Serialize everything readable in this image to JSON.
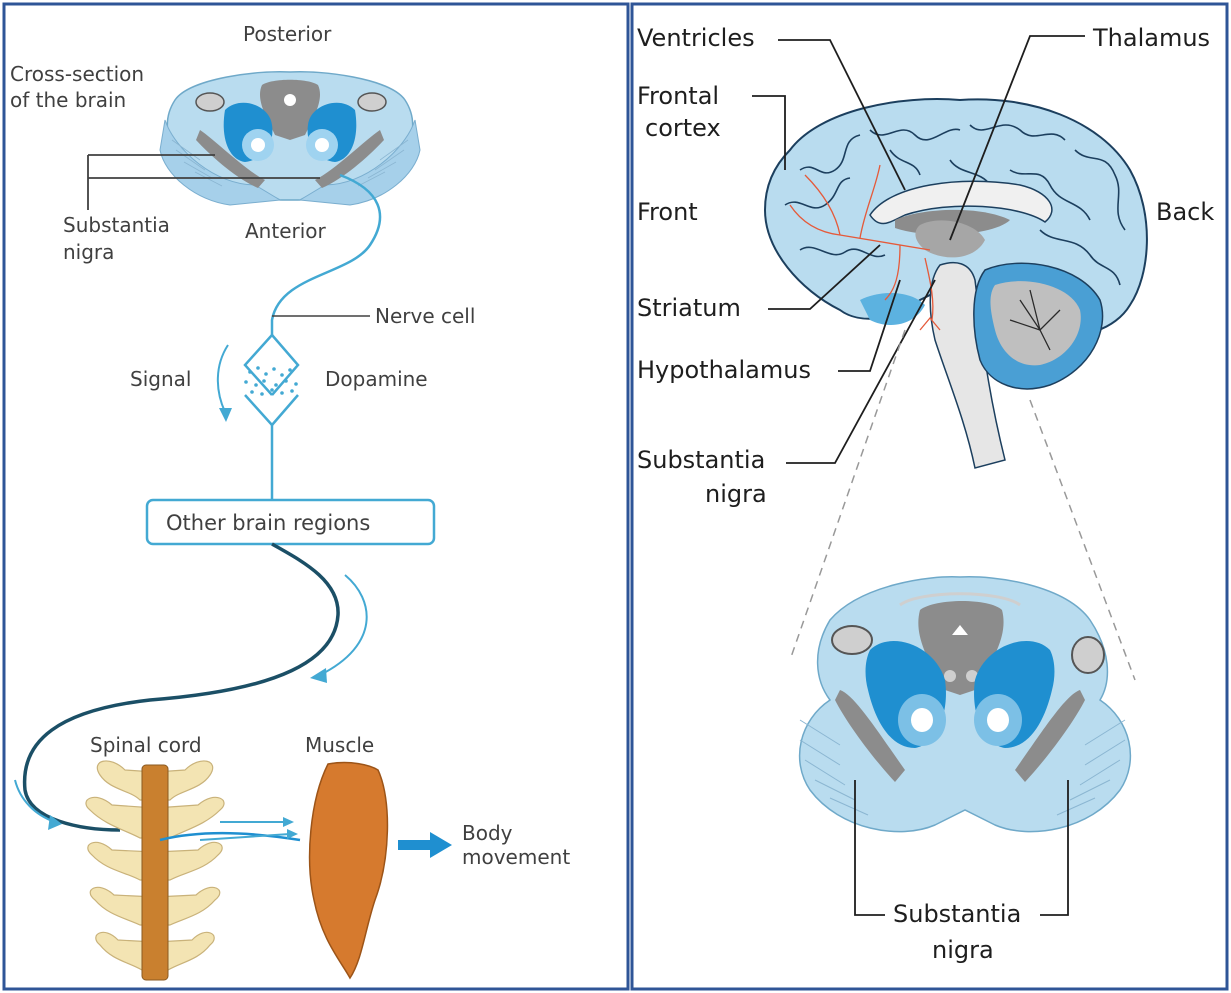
{
  "left_panel": {
    "posterior": "Posterior",
    "cross_section_line1": "Cross-section",
    "cross_section_line2": "of the brain",
    "substantia_line1": "Substantia",
    "substantia_line2": "nigra",
    "anterior": "Anterior",
    "nerve_cell": "Nerve cell",
    "signal": "Signal",
    "dopamine": "Dopamine",
    "other_regions": "Other brain regions",
    "spinal_cord": "Spinal cord",
    "muscle": "Muscle",
    "body_line1": "Body",
    "body_line2": "movement"
  },
  "right_panel": {
    "ventricles": "Ventricles",
    "thalamus": "Thalamus",
    "frontal_line1": "Frontal",
    "frontal_line2": "cortex",
    "front": "Front",
    "back": "Back",
    "striatum": "Striatum",
    "hypothalamus": "Hypothalamus",
    "substantia_line1": "Substantia",
    "substantia_line2": "nigra",
    "bottom_substantia_line1": "Substantia",
    "bottom_substantia_line2": "nigra"
  },
  "colors": {
    "border": "#2f5597",
    "brain_light": "#b9dcef",
    "brain_mid": "#7cc0e6",
    "brain_blue": "#1f8fd0",
    "grey": "#8c8c8c",
    "nerve": "#43a9d3",
    "muscle": "#d67a2e",
    "spine": "#f3e4b3",
    "artery": "#e55a3a"
  }
}
